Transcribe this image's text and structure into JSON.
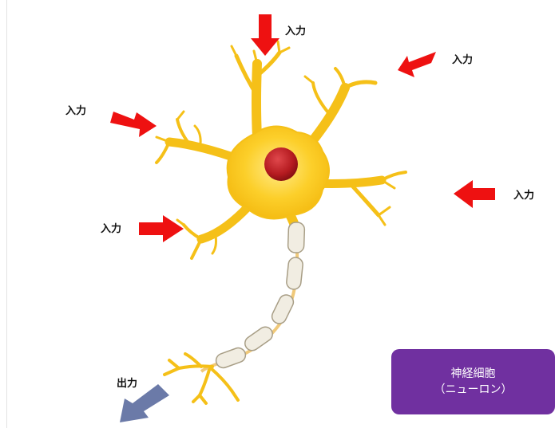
{
  "labels": {
    "input_top": "入力",
    "input_top_right": "入力",
    "input_left": "入力",
    "input_right": "入力",
    "input_lower_left": "入力",
    "output": "出力"
  },
  "badge": {
    "title": "神経細胞",
    "subtitle": "（ニューロン）"
  },
  "colors": {
    "cell_body": "#f7c21a",
    "cell_body_light": "#ffe77a",
    "nucleus": "#b81d22",
    "input_arrow": "#ee1111",
    "output_arrow": "#6b7aa8",
    "myelin": "#f1ede2",
    "badge": "#7030a0"
  }
}
